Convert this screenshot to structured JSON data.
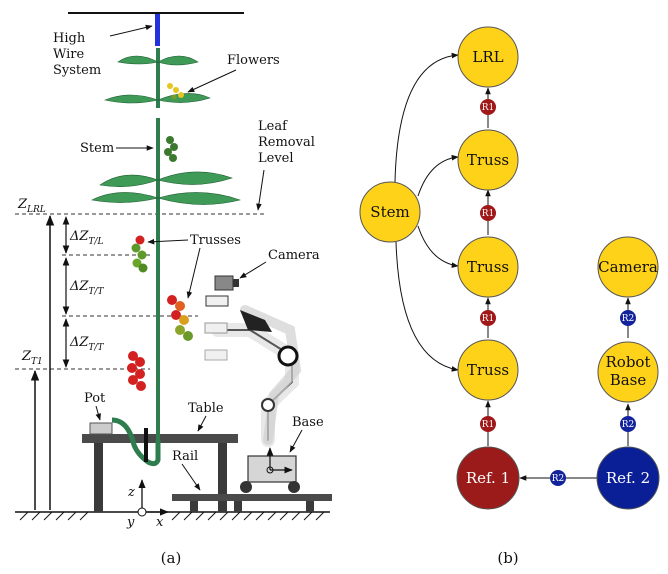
{
  "colors": {
    "node_yellow": "#ffd21a",
    "node_red": "#9b1b1b",
    "node_blue": "#0a1e96",
    "badge_red": "#a01818",
    "badge_blue": "#12239c",
    "stem_green": "#2e7d4f",
    "leaf_green": "#3f9a57",
    "wire_blue": "#2233dd",
    "tomato_red": "#d32020",
    "table_gray": "#4a4a4a"
  },
  "panel_a": {
    "caption": "(a)",
    "labels": {
      "high_wire": [
        "High",
        "Wire",
        "System"
      ],
      "flowers": "Flowers",
      "stem": "Stem",
      "leaf_removal": [
        "Leaf",
        "Removal",
        "Level"
      ],
      "trusses": "Trusses",
      "camera": "Camera",
      "pot": "Pot",
      "table": "Table",
      "base": "Base",
      "rail": "Rail"
    },
    "math": {
      "z_lrl": "Z",
      "z_lrl_sub": "LRL",
      "dz_tl": "ΔZ",
      "dz_tl_sub": "T/L",
      "dz_tt1": "ΔZ",
      "dz_tt1_sub": "T/T",
      "dz_tt2": "ΔZ",
      "dz_tt2_sub": "T/T",
      "z_t1": "Z",
      "z_t1_sub": "T1",
      "axis_z": "z",
      "axis_y": "y",
      "axis_x": "x"
    }
  },
  "panel_b": {
    "caption": "(b)",
    "nodes": {
      "lrl": "LRL",
      "stem": "Stem",
      "truss_1": "Truss",
      "truss_2": "Truss",
      "truss_3": "Truss",
      "camera": "Camera",
      "robot_base": [
        "Robot",
        "Base"
      ],
      "ref_1": "Ref. 1",
      "ref_2": "Ref. 2"
    },
    "badges": {
      "r1": "R1",
      "r2": "R2"
    }
  }
}
